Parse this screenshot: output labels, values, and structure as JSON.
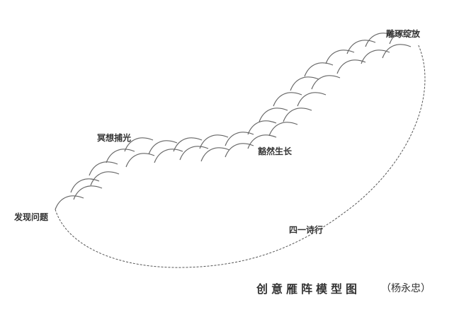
{
  "labels": {
    "stage1": "发现问题",
    "stage2": "冥想捕光",
    "stage3": "豁然生长",
    "stage4": "雕琢绽放",
    "return_path": "四一诗行"
  },
  "title": "创意雁阵模型图",
  "author": "（杨永忠）",
  "colors": {
    "birds": "#666666",
    "dashed": "#555555",
    "text": "#333333"
  }
}
